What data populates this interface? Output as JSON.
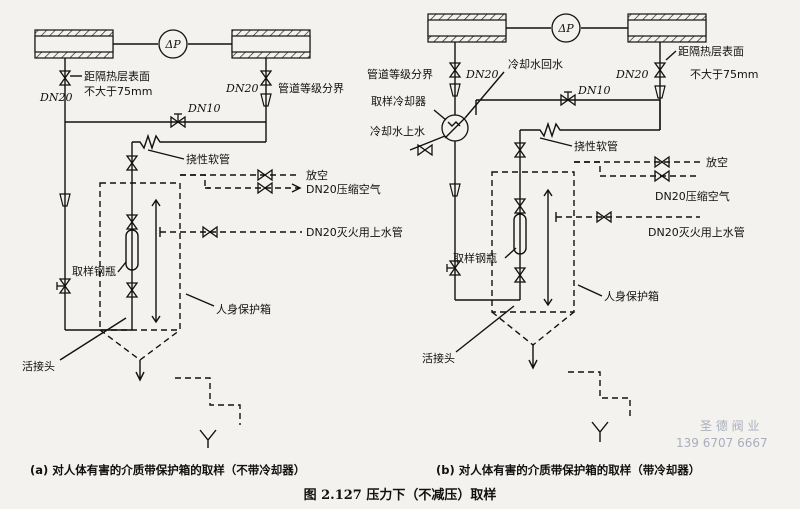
{
  "left": {
    "dp": "ΔP",
    "insulation": "距隔热层表面",
    "insulation2": "不大于75mm",
    "dn20_top": "DN20",
    "dn20_right": "DN20",
    "boundary": "管道等级分界",
    "dn10": "DN10",
    "hose": "挠性软管",
    "vent": "放空",
    "air": "DN20压缩空气",
    "fire": "DN20灭火用上水管",
    "bottle": "取样钢瓶",
    "box": "人身保护箱",
    "union": "活接头",
    "caption": "(a) 对人体有害的介质带保护箱的取样（不带冷却器）"
  },
  "right": {
    "dp": "ΔP",
    "insulation": "距隔热层表面",
    "insulation2": "不大于75mm",
    "boundary": "管道等级分界",
    "dn20_left": "DN20",
    "dn20_right": "DN20",
    "cw_return": "冷却水回水",
    "cooler": "取样冷却器",
    "dn10": "DN10",
    "cw_supply": "冷却水上水",
    "hose": "挠性软管",
    "vent": "放空",
    "air": "DN20压缩空气",
    "fire": "DN20灭火用上水管",
    "bottle": "取样钢瓶",
    "box": "人身保护箱",
    "union": "活接头",
    "caption": "(b) 对人体有害的介质带保护箱的取样（带冷却器）"
  },
  "figure_title": "图 2.127   压力下（不减压）取样",
  "watermark": {
    "company": "圣 德 阀 业",
    "phone": "139 6707 6667"
  }
}
